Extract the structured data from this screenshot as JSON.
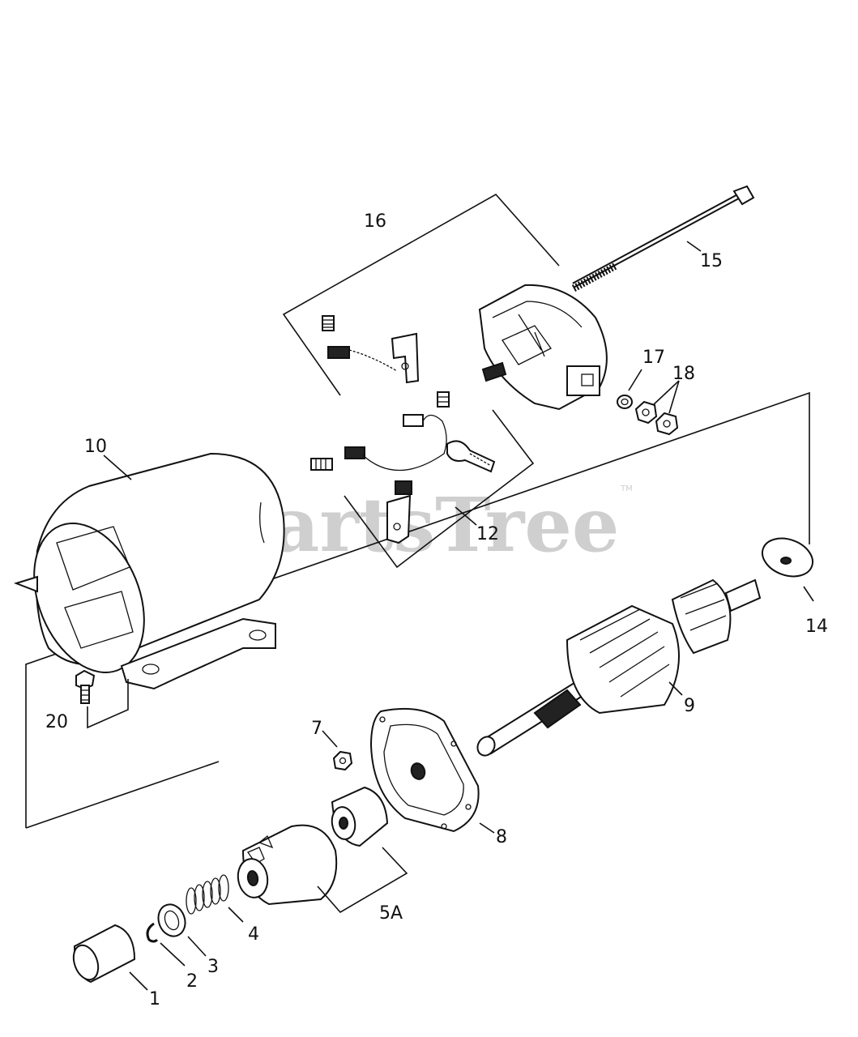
{
  "watermark": {
    "text": "PartsTree",
    "trademark": "TM"
  },
  "callouts": {
    "c1": "1",
    "c2": "2",
    "c3": "3",
    "c4": "4",
    "c5a": "5A",
    "c7": "7",
    "c8": "8",
    "c9": "9",
    "c10": "10",
    "c12": "12",
    "c14": "14",
    "c15": "15",
    "c16": "16",
    "c17": "17",
    "c18": "18",
    "c20": "20"
  }
}
